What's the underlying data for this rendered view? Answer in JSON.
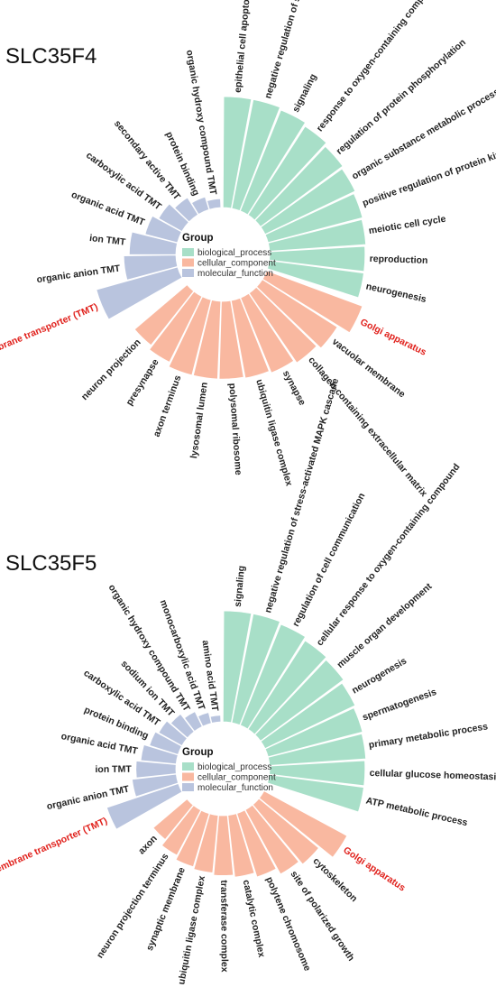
{
  "figure": {
    "title": ""
  },
  "chart_data": [
    {
      "type": "radial-bar",
      "title": "SLC35F4",
      "legend": {
        "title": "Group",
        "entries": [
          {
            "label": "biological_process",
            "color": "#a8dfc8"
          },
          {
            "label": "cellular_component",
            "color": "#f9b8a0"
          },
          {
            "label": "molecular_function",
            "color": "#b9c4de"
          }
        ]
      },
      "highlight_color": "#e0201b",
      "groups": [
        {
          "group": "biological_process",
          "categories": [
            {
              "label": "epithelial cell apoptotic process",
              "value": 1.0
            },
            {
              "label": "negative regulation of stress-activated MAPK cascade",
              "value": 1.0
            },
            {
              "label": "signaling",
              "value": 0.98
            },
            {
              "label": "response to oxygen-containing compound",
              "value": 0.95
            },
            {
              "label": "regulation of protein phosphorylation",
              "value": 0.92
            },
            {
              "label": "organic substance metabolic process",
              "value": 0.9
            },
            {
              "label": "positive regulation of protein kinase activity",
              "value": 0.88
            },
            {
              "label": "meiotic cell cycle",
              "value": 0.87
            },
            {
              "label": "reproduction",
              "value": 0.86
            },
            {
              "label": "neurogenesis",
              "value": 0.86
            }
          ]
        },
        {
          "group": "cellular_component",
          "categories": [
            {
              "label": "Golgi apparatus",
              "value": 0.92,
              "highlight": true
            },
            {
              "label": "vacuolar membrane",
              "value": 0.8
            },
            {
              "label": "collagen-containing extracellular matrix",
              "value": 0.76
            },
            {
              "label": "synapse",
              "value": 0.73
            },
            {
              "label": "ubiquitin ligase complex",
              "value": 0.71
            },
            {
              "label": "polysomal ribosome",
              "value": 0.7
            },
            {
              "label": "lysosomal lumen",
              "value": 0.7
            },
            {
              "label": "axon terminus",
              "value": 0.7
            },
            {
              "label": "presynapse",
              "value": 0.66
            },
            {
              "label": "neuron projection",
              "value": 0.62
            }
          ]
        },
        {
          "group": "molecular_function",
          "categories": [
            {
              "label": "transmembrane transporter (TMT)",
              "value": 0.76,
              "highlight": true
            },
            {
              "label": "organic anion TMT",
              "value": 0.47
            },
            {
              "label": "ion TMT",
              "value": 0.42
            },
            {
              "label": "organic acid TMT",
              "value": 0.3
            },
            {
              "label": "carboxylic acid TMT",
              "value": 0.24
            },
            {
              "label": "secondary active TMT",
              "value": 0.18
            },
            {
              "label": "protein binding",
              "value": 0.12
            },
            {
              "label": "organic hydroxy compound TMT",
              "value": 0.08
            }
          ]
        }
      ]
    },
    {
      "type": "radial-bar",
      "title": "SLC35F5",
      "legend": {
        "title": "Group",
        "entries": [
          {
            "label": "biological_process",
            "color": "#a8dfc8"
          },
          {
            "label": "cellular_component",
            "color": "#f9b8a0"
          },
          {
            "label": "molecular_function",
            "color": "#b9c4de"
          }
        ]
      },
      "highlight_color": "#e0201b",
      "groups": [
        {
          "group": "biological_process",
          "categories": [
            {
              "label": "signaling",
              "value": 1.0
            },
            {
              "label": "negative regulation of stress-activated MAPK cascade",
              "value": 1.0
            },
            {
              "label": "regulation of cell communication",
              "value": 0.98
            },
            {
              "label": "cellular response to oxygen-containing compound",
              "value": 0.95
            },
            {
              "label": "muscle organ development",
              "value": 0.93
            },
            {
              "label": "neurogenesis",
              "value": 0.9
            },
            {
              "label": "spermatogenesis",
              "value": 0.88
            },
            {
              "label": "primary metabolic process",
              "value": 0.87
            },
            {
              "label": "cellular glucose homeostasis",
              "value": 0.86
            },
            {
              "label": "ATP metabolic process",
              "value": 0.86
            }
          ]
        },
        {
          "group": "cellular_component",
          "categories": [
            {
              "label": "Golgi apparatus",
              "value": 0.85,
              "highlight": true
            },
            {
              "label": "cytoskeleton",
              "value": 0.7
            },
            {
              "label": "site of polarized growth",
              "value": 0.66
            },
            {
              "label": "polytene chromosome",
              "value": 0.6
            },
            {
              "label": "catalytic complex",
              "value": 0.56
            },
            {
              "label": "transferase complex",
              "value": 0.54
            },
            {
              "label": "ubiquitin ligase complex",
              "value": 0.52
            },
            {
              "label": "synaptic membrane",
              "value": 0.5
            },
            {
              "label": "neuron projection terminus",
              "value": 0.46
            },
            {
              "label": "axon",
              "value": 0.4
            }
          ]
        },
        {
          "group": "molecular_function",
          "categories": [
            {
              "label": "transmembrane transporter (TMT)",
              "value": 0.68,
              "highlight": true
            },
            {
              "label": "organic anion TMT",
              "value": 0.4
            },
            {
              "label": "ion TMT",
              "value": 0.36
            },
            {
              "label": "organic acid TMT",
              "value": 0.32
            },
            {
              "label": "protein binding",
              "value": 0.27
            },
            {
              "label": "carboxylic acid TMT",
              "value": 0.24
            },
            {
              "label": "sodium ion TMT",
              "value": 0.2
            },
            {
              "label": "organic hydroxy compound TMT",
              "value": 0.15
            },
            {
              "label": "monocarboxylic acid TMT",
              "value": 0.1
            },
            {
              "label": "amino acid TMT",
              "value": 0.06
            }
          ]
        }
      ]
    }
  ]
}
